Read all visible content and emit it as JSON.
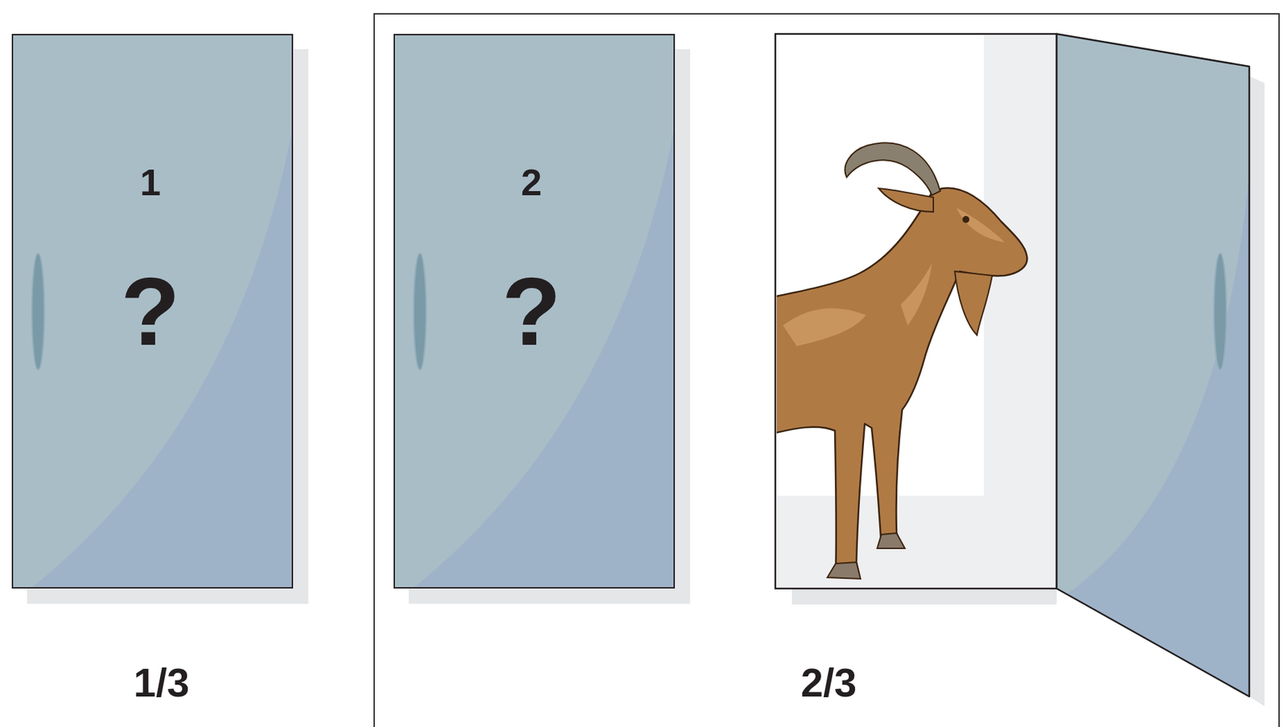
{
  "diagram": {
    "nodes": [
      {
        "text": [
          "1",
          "?"
        ]
      },
      {
        "text": [
          "2/3"
        ]
      },
      {
        "text": [
          "2",
          "?"
        ],
        "in": 1
      }
    ],
    "labels": [
      "1/3"
    ]
  }
}
